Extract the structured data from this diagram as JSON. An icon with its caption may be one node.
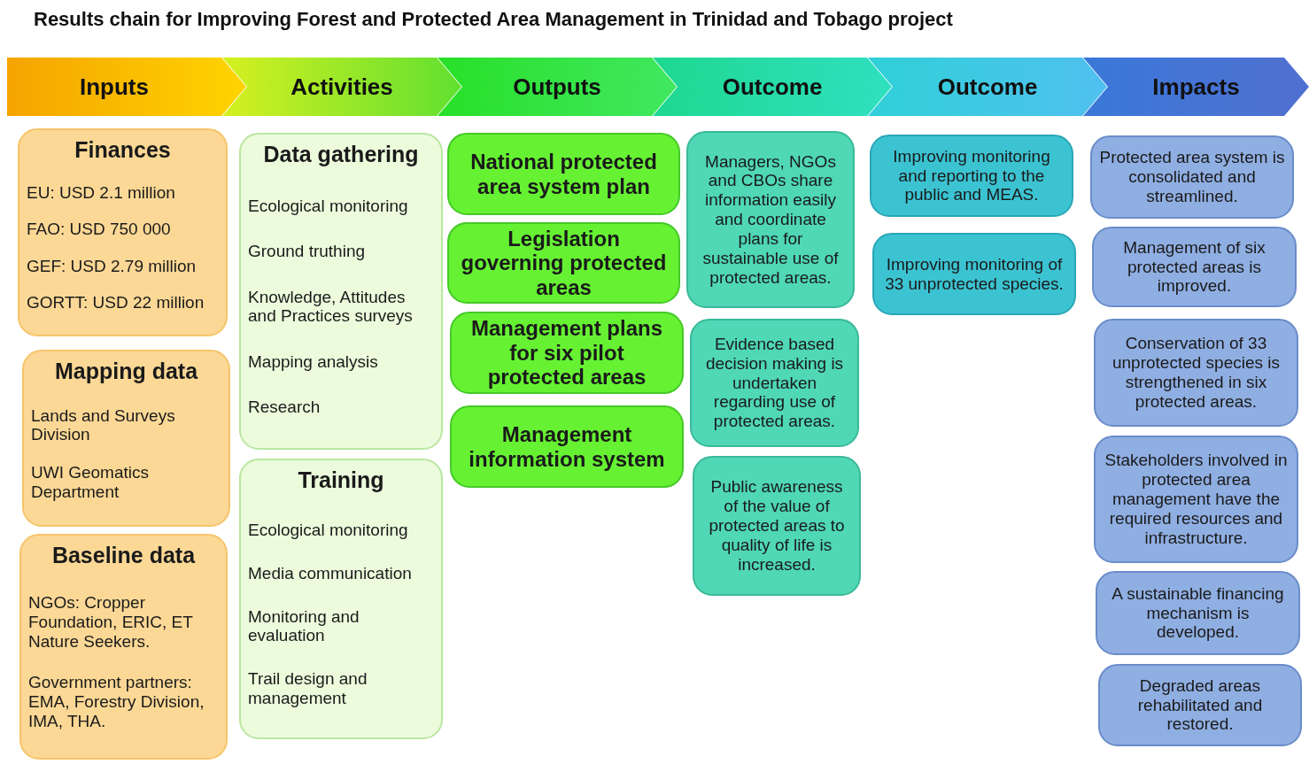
{
  "diagram": {
    "title": "Results chain for Improving Forest and Protected Area Management in Trinidad and Tobago project",
    "nodes": [
      {
        "text": [
          "Inputs"
        ]
      },
      {
        "text": [
          "Activities"
        ]
      },
      {
        "text": [
          "Outputs"
        ]
      },
      {
        "text": [
          "Outcome"
        ]
      },
      {
        "text": [
          "Outcome"
        ]
      },
      {
        "text": [
          "Impacts"
        ]
      },
      {
        "text": [
          "Finances",
          "EU: USD 2.1 million",
          "FAO: USD 750 000",
          "GEF: USD 2.79 million",
          "GORTT: USD 22 million"
        ]
      },
      {
        "text": [
          "Mapping data",
          "Lands and Surveys Division",
          "UWI Geomatics Department"
        ]
      },
      {
        "text": [
          "Baseline data",
          "NGOs: Cropper Foundation, ERIC, ET Nature Seekers.",
          "Government partners: EMA, Forestry Division, IMA, THA."
        ]
      },
      {
        "text": [
          "Data gathering",
          "Ecological monitoring",
          "Ground truthing",
          "Knowledge, Attitudes and Practices surveys",
          "Mapping analysis",
          "Research"
        ]
      },
      {
        "text": [
          "Training",
          "Ecological monitoring",
          "Media communication",
          "Monitoring and evaluation",
          "Trail design and management"
        ]
      },
      {
        "text": [
          "National protected area system plan"
        ]
      },
      {
        "text": [
          "Legislation governing protected areas"
        ]
      },
      {
        "text": [
          "Management plans for six pilot protected areas"
        ]
      },
      {
        "text": [
          "Management information system"
        ]
      },
      {
        "text": [
          "Managers, NGOs and CBOs share information easily and coordinate plans for sustainable use of protected areas."
        ]
      },
      {
        "text": [
          "Evidence based decision making is undertaken regarding use of protected areas."
        ]
      },
      {
        "text": [
          "Public awareness of the value of protected areas to quality of life is increased."
        ]
      },
      {
        "text": [
          "Improving monitoring and reporting to the public and MEAS."
        ]
      },
      {
        "text": [
          "Improving monitoring of 33 unprotected species."
        ]
      },
      {
        "text": [
          "Protected area system is consolidated and streamlined."
        ]
      },
      {
        "text": [
          "Management of six protected areas is improved."
        ]
      },
      {
        "text": [
          "Conservation of 33 unprotected species is strengthened in six protected areas."
        ]
      },
      {
        "text": [
          "Stakeholders involved in protected area management have the required resources and infrastructure."
        ]
      },
      {
        "text": [
          "A sustainable financing mechanism is developed."
        ]
      },
      {
        "text": [
          "Degraded areas rehabilitated and restored."
        ]
      }
    ]
  }
}
